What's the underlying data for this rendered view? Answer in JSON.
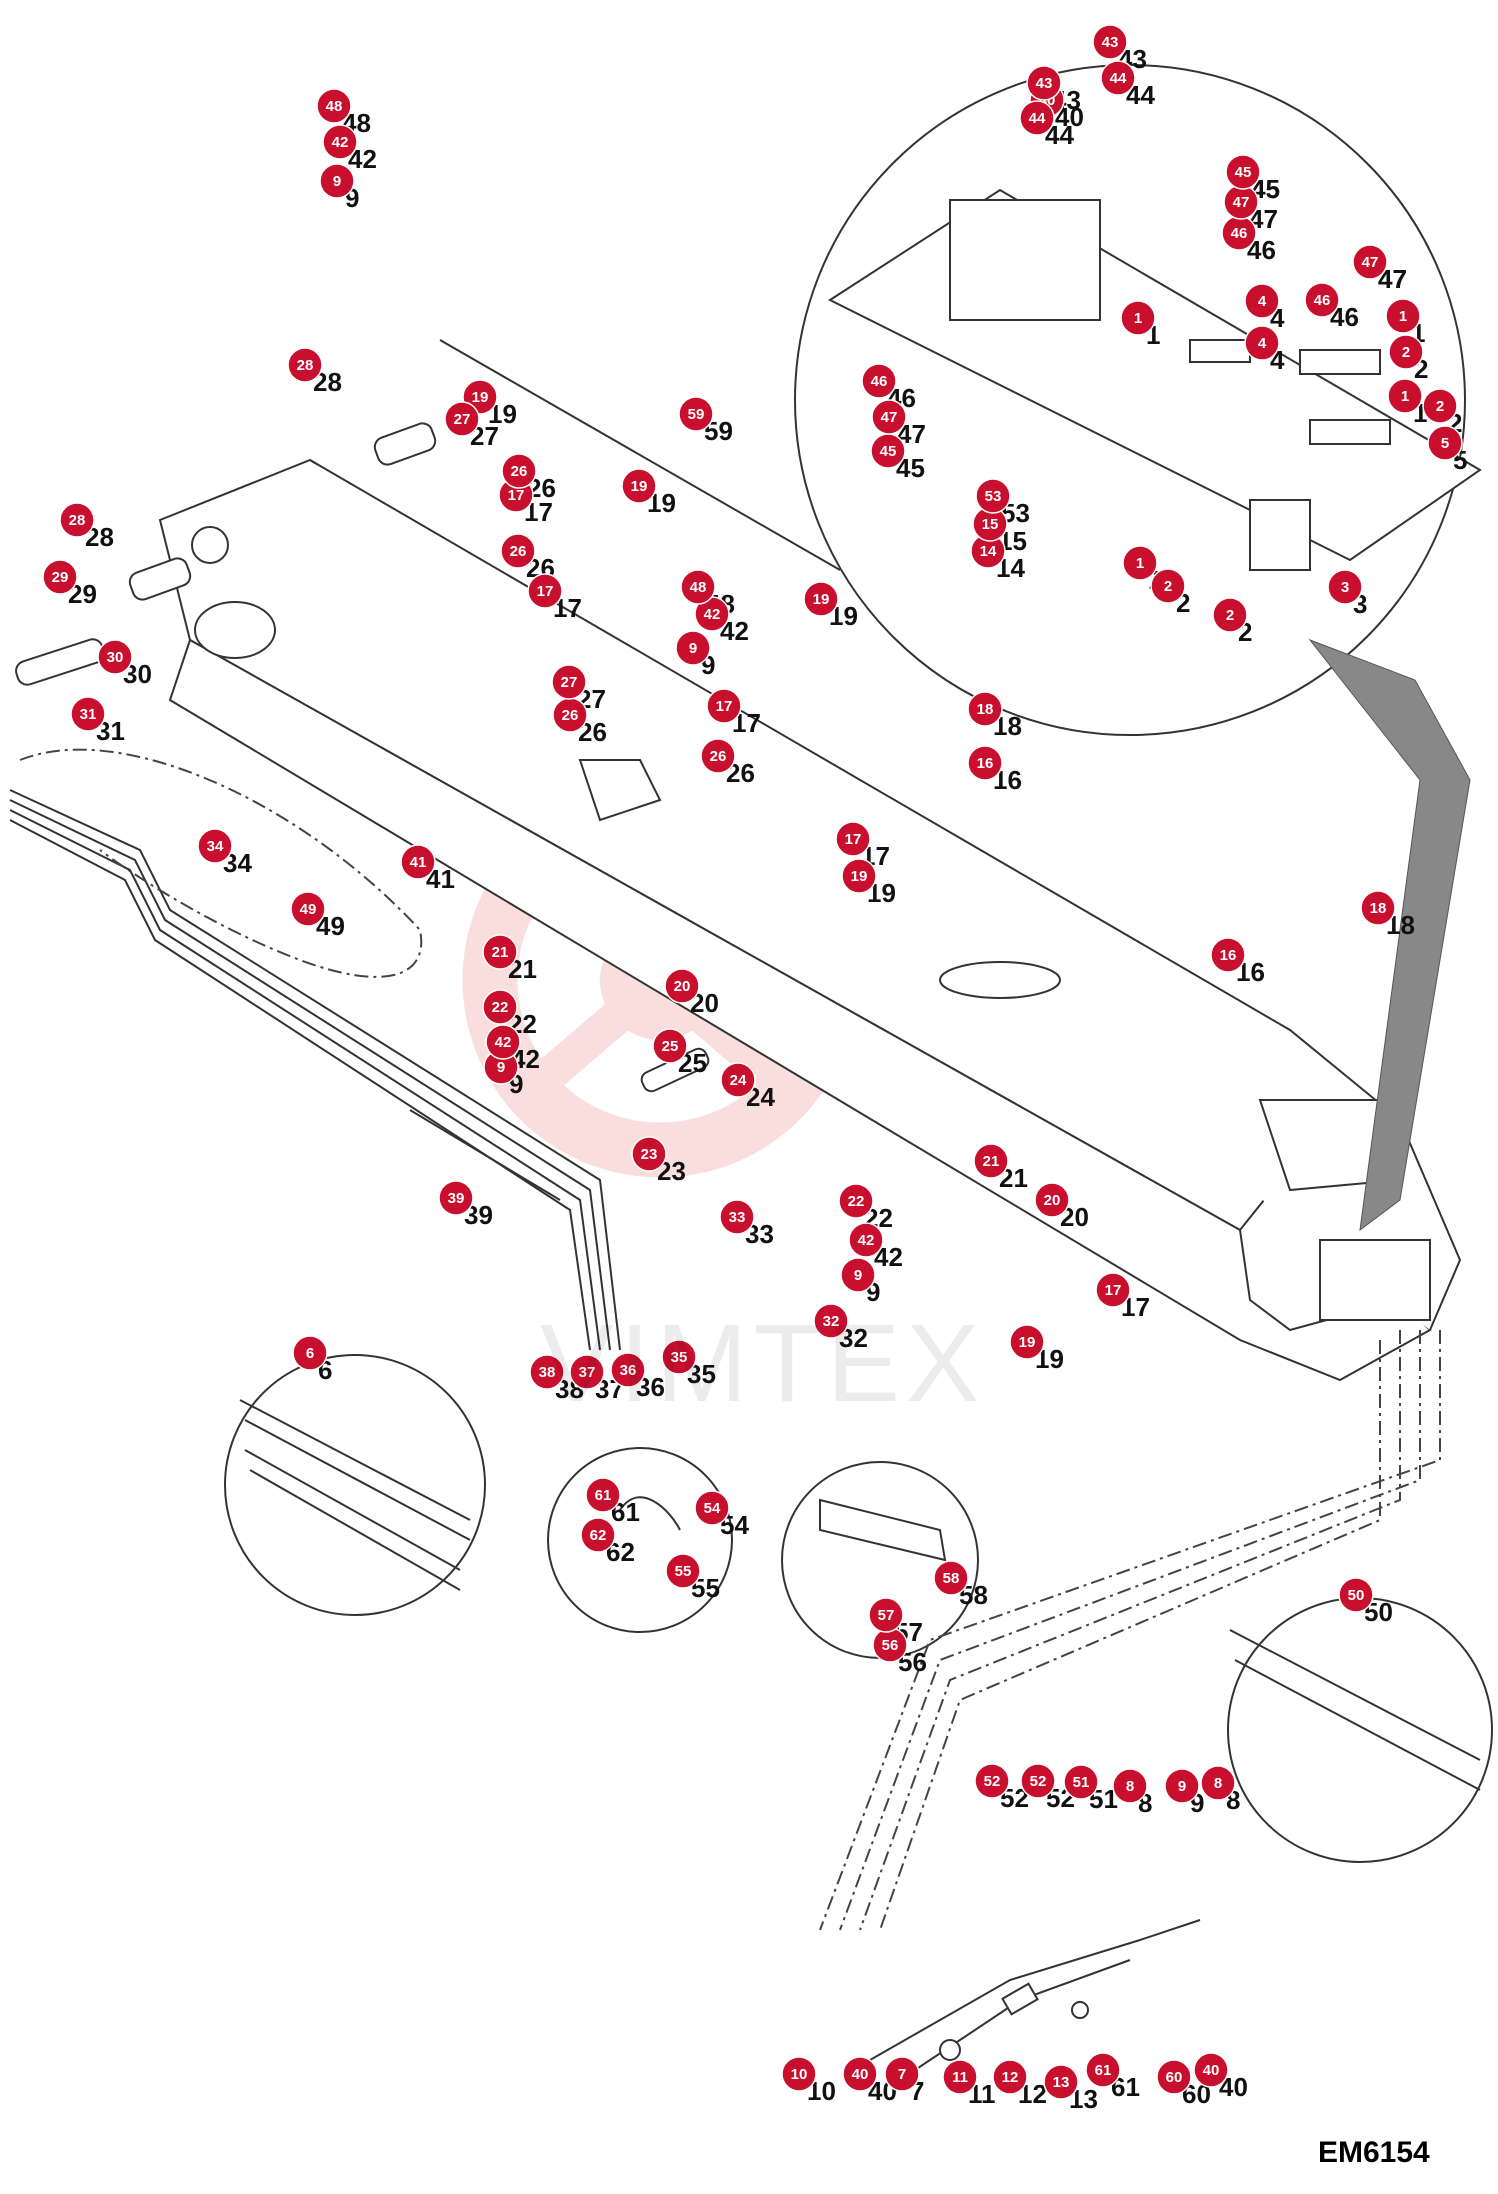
{
  "diagram": {
    "code": "EM6154",
    "watermark": "VIMTEX",
    "colors": {
      "hotspot": "#c8102e",
      "line": "#333333",
      "watermark_logo": "#e53935"
    }
  },
  "labels": [
    "1",
    "2",
    "3",
    "4",
    "5",
    "6",
    "7",
    "8",
    "9",
    "10",
    "11",
    "12",
    "13",
    "14",
    "15",
    "16",
    "17",
    "18",
    "19",
    "20",
    "21",
    "22",
    "23",
    "24",
    "25",
    "26",
    "27",
    "28",
    "29",
    "30",
    "31",
    "32",
    "33",
    "34",
    "35",
    "36",
    "37",
    "38",
    "39",
    "40",
    "41",
    "42",
    "43",
    "44",
    "45",
    "46",
    "47",
    "48",
    "49",
    "50",
    "51",
    "52",
    "53",
    "54",
    "55",
    "56",
    "57",
    "58",
    "59",
    "60",
    "61",
    "62"
  ]
}
